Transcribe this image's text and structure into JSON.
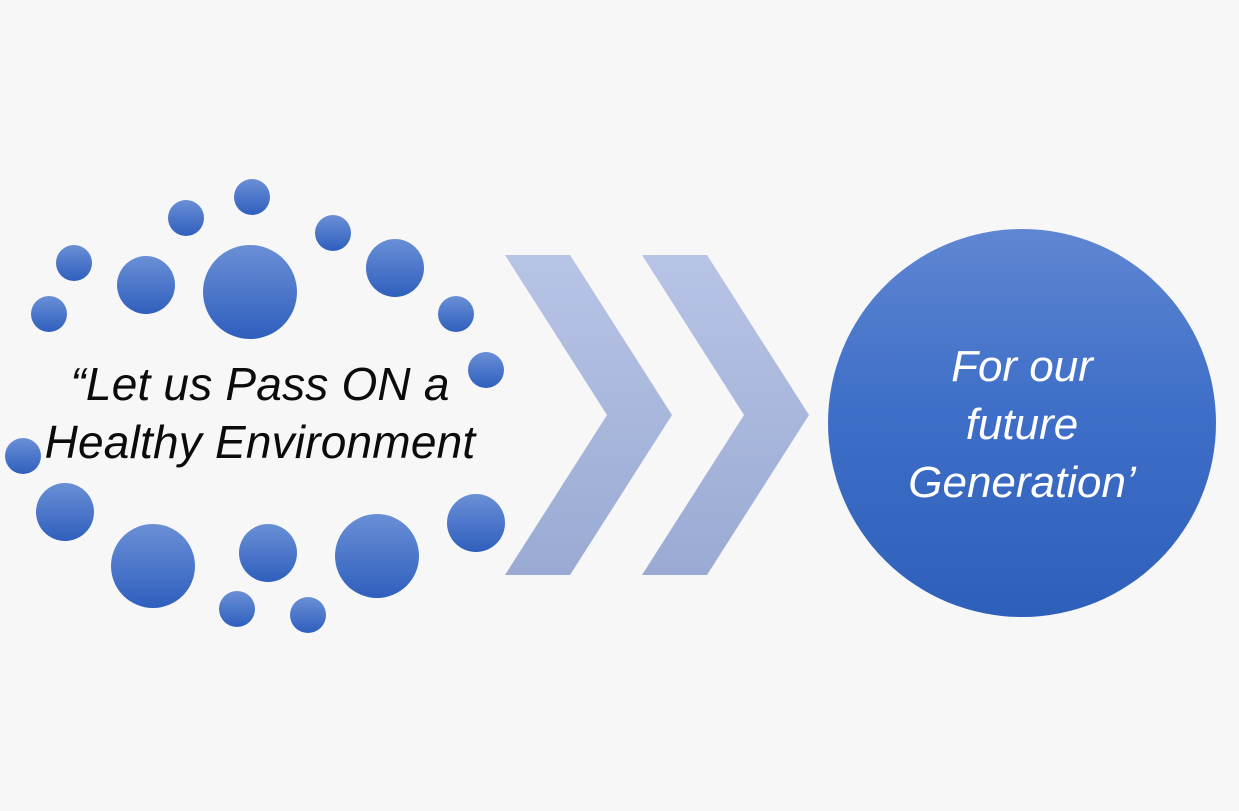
{
  "quote": {
    "line1": "“Let us Pass ON a",
    "line2": "Healthy Environment"
  },
  "result": {
    "line1": "For our",
    "line2": "future",
    "line3": "Generation’"
  },
  "colors": {
    "background": "#f7f7f8",
    "bubble_top": "#6a8fd6",
    "bubble_bottom": "#2f5fbd",
    "chevron": "#b3c0e2",
    "circle": "#3f6fc8",
    "quote_text": "#0b0b0b",
    "result_text": "#ffffff"
  }
}
